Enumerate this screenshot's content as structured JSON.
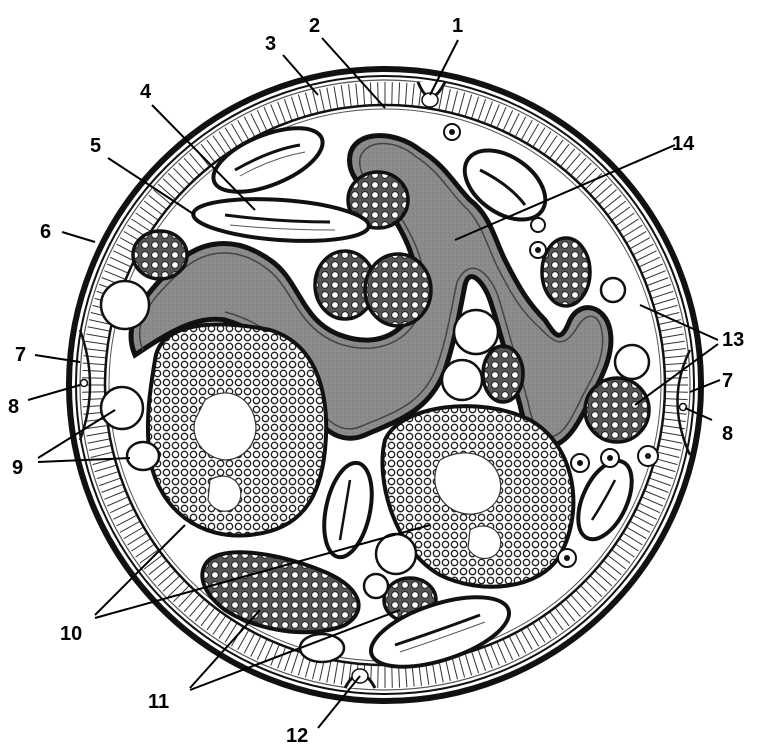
{
  "labels": {
    "l1": "1",
    "l2": "2",
    "l3": "3",
    "l4": "4",
    "l5": "5",
    "l6": "6",
    "l7a": "7",
    "l7b": "7",
    "l8a": "8",
    "l8b": "8",
    "l9": "9",
    "l10": "10",
    "l11": "11",
    "l12": "12",
    "l13": "13",
    "l14": "14"
  },
  "colors": {
    "ink": "#111111",
    "gut_fill": "#8c8c8c",
    "paper": "#ffffff"
  }
}
